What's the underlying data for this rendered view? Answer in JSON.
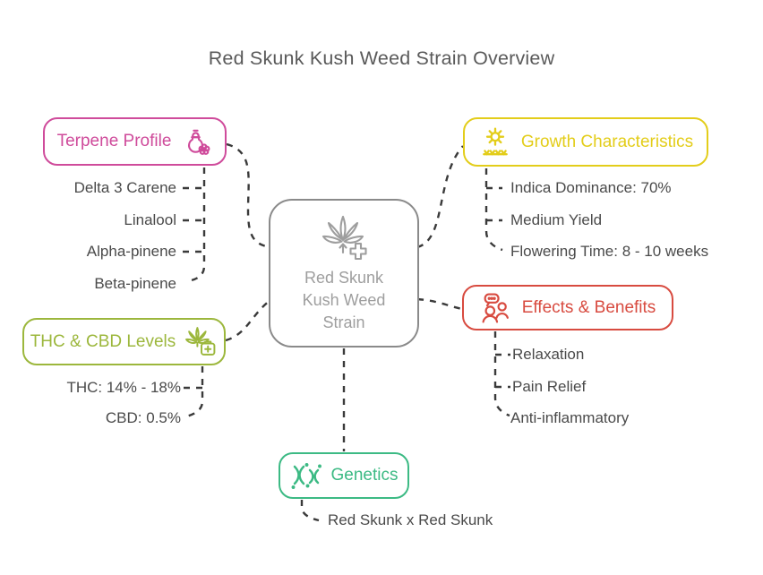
{
  "title": "Red Skunk Kush Weed Strain Overview",
  "center": {
    "label": "Red Skunk Kush Weed Strain",
    "icon": "cannabis-plus-icon",
    "color": "#8a8a8a"
  },
  "branches": [
    {
      "id": "terpene-profile",
      "label": "Terpene Profile",
      "icon": "dropper-flower-icon",
      "color": "#cf4b9b",
      "items": [
        "Delta 3 Carene",
        "Linalool",
        "Alpha-pinene",
        "Beta-pinene"
      ]
    },
    {
      "id": "growth-characteristics",
      "label": "Growth Characteristics",
      "icon": "sun-sprouts-icon",
      "color": "#e3cd1a",
      "items": [
        "Indica Dominance: 70%",
        "Medium Yield",
        "Flowering Time: 8 - 10 weeks"
      ]
    },
    {
      "id": "thc-cbd-levels",
      "label": "THC & CBD Levels",
      "icon": "cannabis-medkit-icon",
      "color": "#9cb73c",
      "items": [
        "THC: 14% - 18%",
        "CBD: 0.5%"
      ]
    },
    {
      "id": "effects-benefits",
      "label": "Effects & Benefits",
      "icon": "people-chat-icon",
      "color": "#d84b40",
      "items": [
        "Relaxation",
        "Pain Relief",
        "Anti-inflammatory"
      ]
    },
    {
      "id": "genetics",
      "label": "Genetics",
      "icon": "chromosomes-icon",
      "color": "#3cba84",
      "items": [
        "Red Skunk x Red Skunk"
      ]
    }
  ],
  "connector_color": "#3a3a3a",
  "item_text_color": "#4a4a4a"
}
